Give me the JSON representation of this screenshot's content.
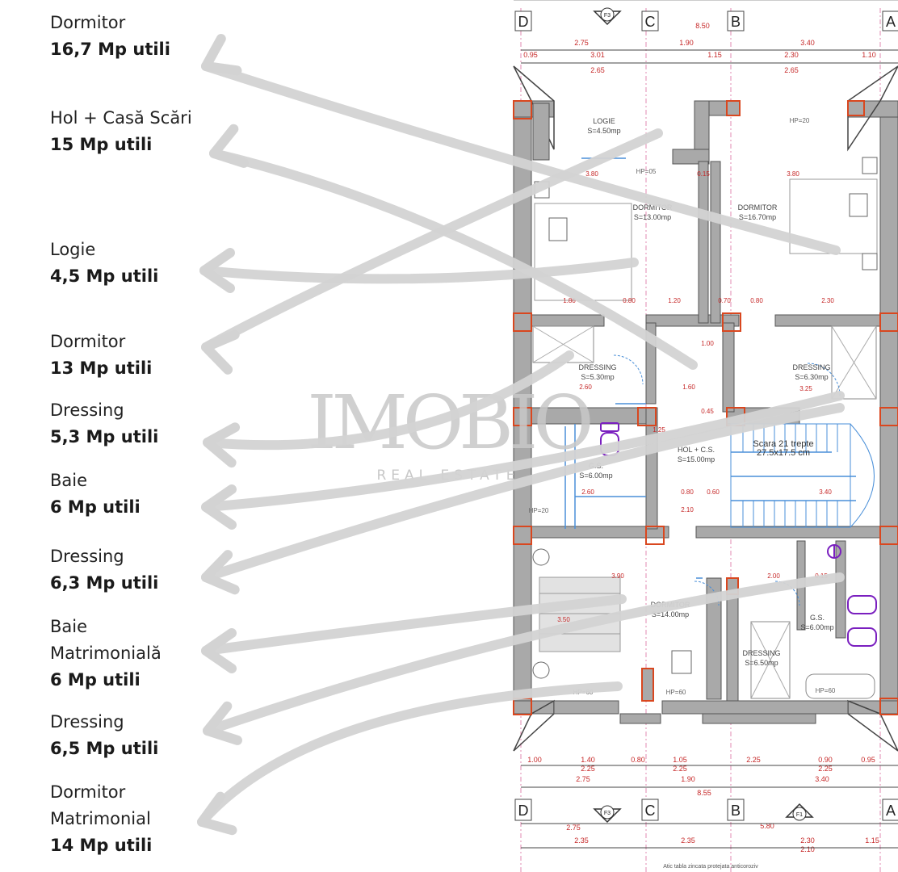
{
  "legend": [
    {
      "name": "Dormitor",
      "area": "16,7 Mp utili"
    },
    {
      "name": "Hol + Casă Scări",
      "area": "15 Mp utili"
    },
    {
      "name": "Logie",
      "area": "4,5 Mp utili"
    },
    {
      "name": "Dormitor",
      "area": "13 Mp utili"
    },
    {
      "name": "Dressing",
      "area": "5,3 Mp utili"
    },
    {
      "name": "Baie",
      "area": "6 Mp utili"
    },
    {
      "name": "Dressing",
      "area": "6,3 Mp utili"
    },
    {
      "name": "Baie Matrimonială",
      "area": "6 Mp utili"
    },
    {
      "name": "Dressing",
      "area": "6,5 Mp utili"
    },
    {
      "name": "Dormitor Matrimonial",
      "area": "14 Mp utili"
    }
  ],
  "watermark": {
    "brand": "IMOBIO",
    "tagline": "REAL ESTATE"
  },
  "plan": {
    "axes": {
      "top": [
        "D",
        "C",
        "B",
        "A"
      ],
      "bottom": [
        "D",
        "C",
        "B",
        "A"
      ],
      "section_marks": [
        "F3",
        "F3",
        "F1"
      ]
    },
    "rooms": [
      {
        "label": "LOGIE",
        "area": "S=4.50mp"
      },
      {
        "label": "DORMITOR",
        "area": "S=13.00mp"
      },
      {
        "label": "DORMITOR",
        "area": "S=16.70mp"
      },
      {
        "label": "DRESSING",
        "area": "S=5.30mp"
      },
      {
        "label": "DRESSING",
        "area": "S=6.30mp"
      },
      {
        "label": "HOL + C.S.",
        "area": "S=15.00mp"
      },
      {
        "label": "G.S.",
        "area": "S=6.00mp"
      },
      {
        "label": "DORMITOR",
        "area": "S=14.00mp"
      },
      {
        "label": "G.S.",
        "area": "S=6.00mp"
      },
      {
        "label": "DRESSING",
        "area": "S=6.50mp"
      }
    ],
    "stair_label": "Scara 21 trepte",
    "stair_dims": "27.5x17.5 cm",
    "hp_labels": [
      "HP=20",
      "HP=05",
      "HP=20",
      "HP=60",
      "HP=60",
      "HP=60"
    ],
    "dimensions_top": [
      "8.50",
      "2.75",
      "1.90",
      "3.40",
      "0.95",
      "3.01",
      "1.15",
      "2.30",
      "1.10",
      "2.65",
      "2.65"
    ],
    "dimensions_bottom": [
      "1.00",
      "1.40",
      "2.25",
      "2.75",
      "0.80",
      "1.05",
      "2.25",
      "1.90",
      "2.25",
      "0.90",
      "2.25",
      "3.40",
      "0.95",
      "8.55",
      "2.75",
      "5.80",
      "2.35",
      "2.35",
      "2.30",
      "2.10",
      "1.15"
    ],
    "interior_dims": [
      "1.80",
      "0.80",
      "1.20",
      "0.70",
      "0.80",
      "2.30",
      "3.80",
      "0.15",
      "3.80",
      "2.60",
      "1.60",
      "3.25",
      "2.60",
      "0.80",
      "0.60",
      "2.10",
      "3.40",
      "3.90",
      "2.00",
      "0.15",
      "3.50",
      "1.00",
      "0.45",
      "1.25"
    ],
    "footnote": "Atic tabla zincata protejata anticoroziv"
  },
  "colors": {
    "wall_fill": "#a9a9a9",
    "wall_stroke": "#555555",
    "column_red": "#d9471f",
    "dimension_red": "#c62828",
    "axis_pink": "#e08ab0",
    "fixture_purple": "#7a1fbf",
    "blue_line": "#4a8fd8",
    "arrow_gray": "#d3d3d3",
    "watermark": "#c8c8c8"
  }
}
